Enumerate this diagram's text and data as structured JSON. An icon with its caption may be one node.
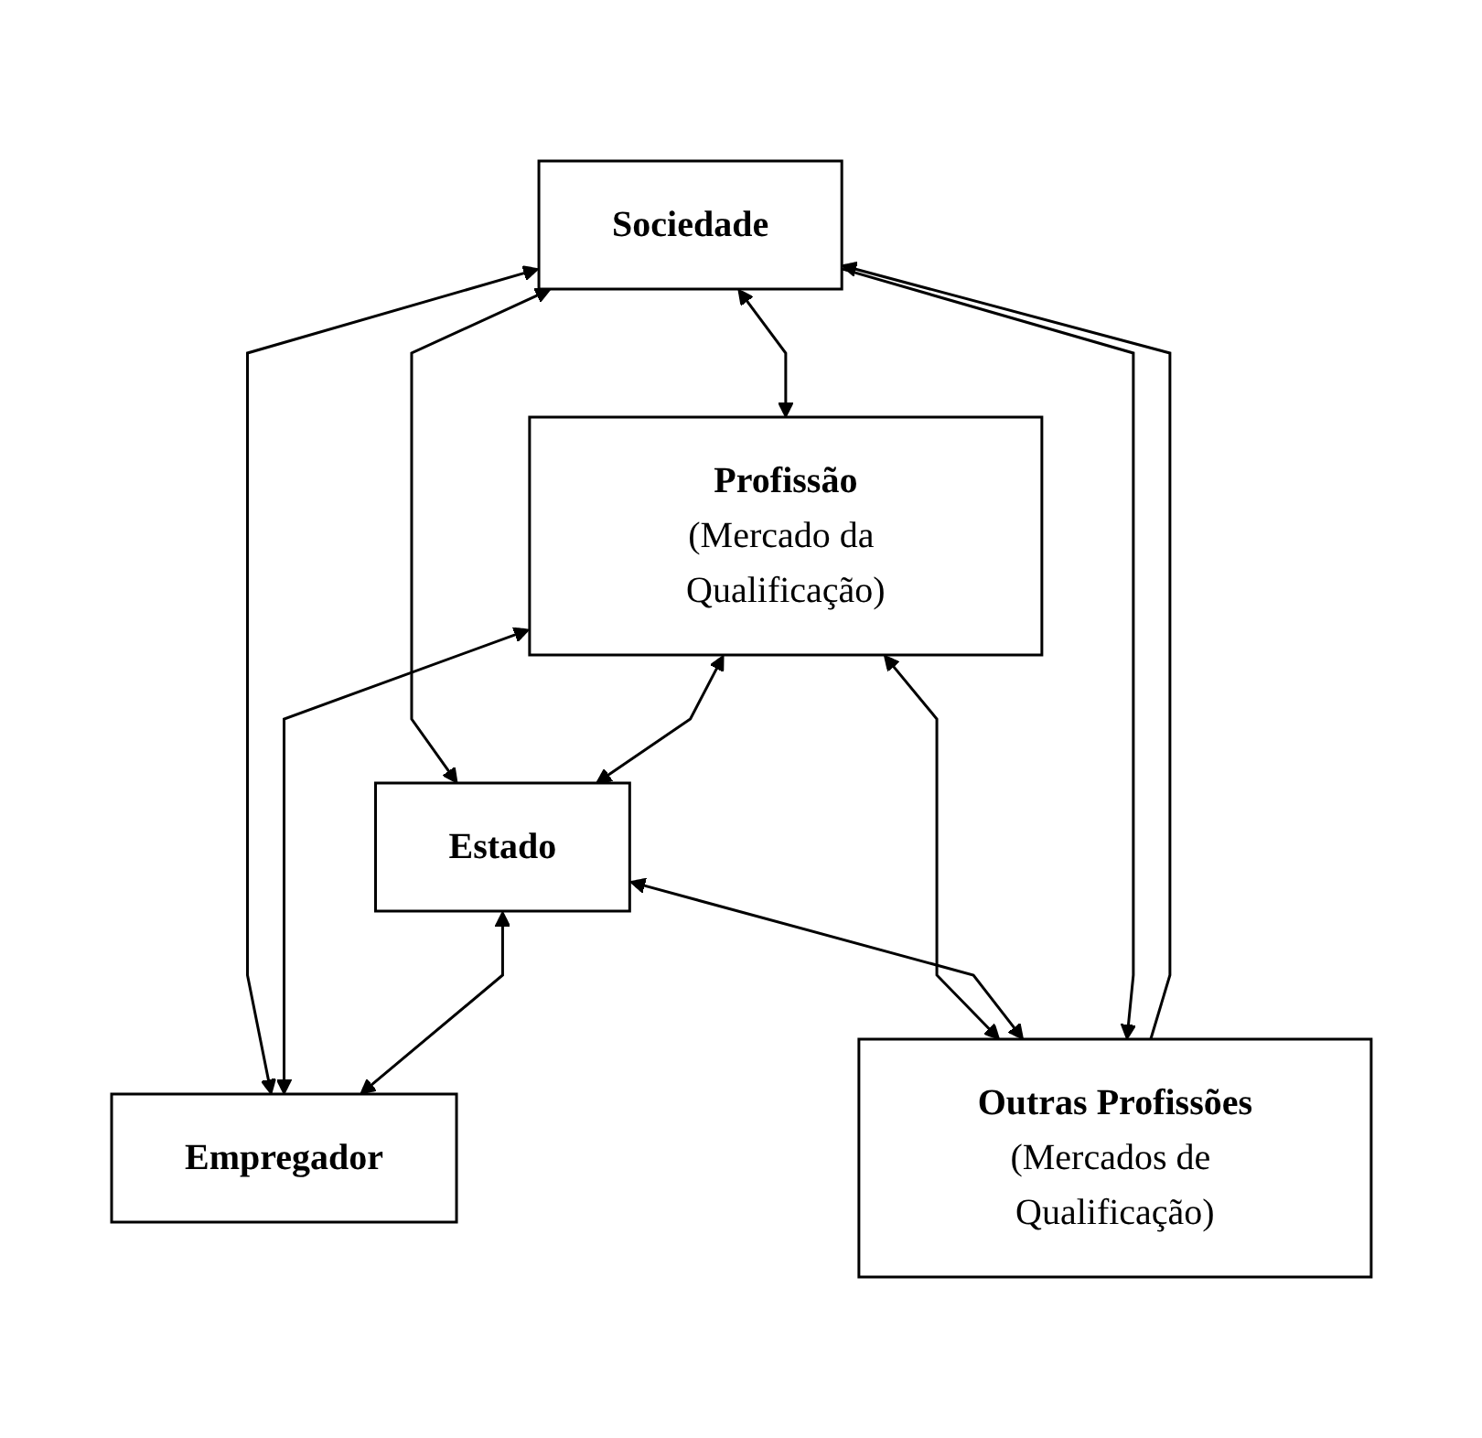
{
  "diagram": {
    "nodes": [
      {
        "text": [
          "Sociedade"
        ]
      },
      {
        "text": [
          "Profissão",
          "(Mercado da Qualificação)"
        ]
      },
      {
        "text": [
          "Estado"
        ]
      },
      {
        "text": [
          "Empregador"
        ]
      },
      {
        "text": [
          "Outras Profissões",
          "(Mercados de Qualificação)"
        ]
      }
    ],
    "edges": [
      {
        "from": 0,
        "to": 1,
        "arrow": "both"
      },
      {
        "from": 0,
        "to": 2,
        "arrow": "both"
      },
      {
        "from": 1,
        "to": 2,
        "arrow": "both"
      },
      {
        "from": 0,
        "to": 3,
        "arrow": "both"
      },
      {
        "from": 1,
        "to": 3,
        "arrow": "both"
      },
      {
        "from": 2,
        "to": 3,
        "arrow": "both"
      },
      {
        "from": 1,
        "to": 4,
        "arrow": "both"
      },
      {
        "from": 2,
        "to": 4,
        "arrow": "both"
      },
      {
        "from": 4,
        "to": 0,
        "arrow": "to"
      },
      {
        "from": 0,
        "to": 4,
        "arrow": "to"
      }
    ]
  }
}
